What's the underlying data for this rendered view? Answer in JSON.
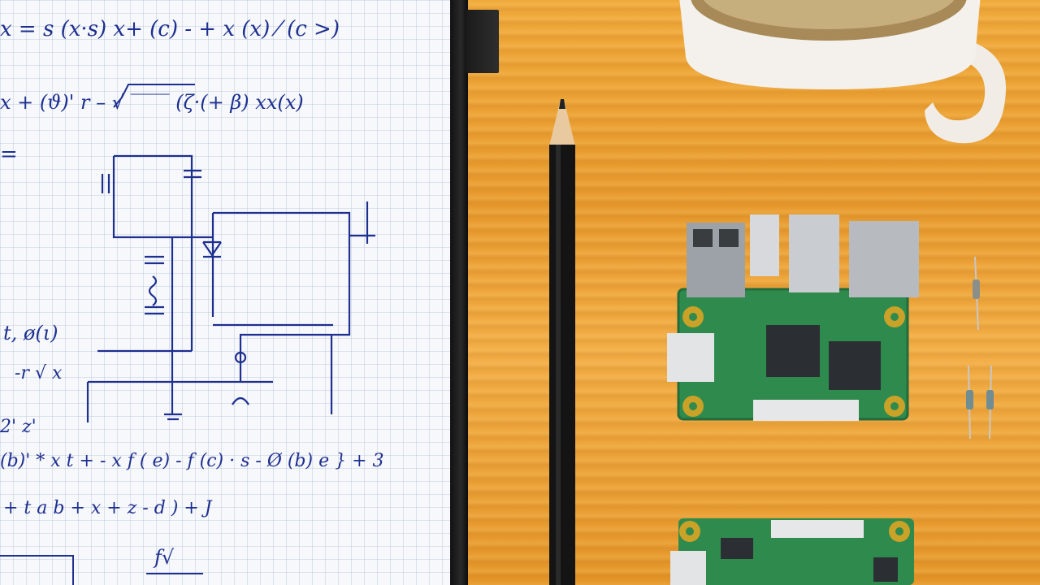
{
  "scene": {
    "notebook": {
      "handwriting_lines": [
        "x = s (x·s) x+ (c) - + x (x) ⁄ (c >)",
        "x + (ϑ)' r – √ ‾‾‾‾ (ζ·(+ β) xx(x)",
        "=",
        "t, ø(ι)",
        "-r √ x",
        "2' z'",
        "(b)' * x t + - x f ( e) - f (c) · s - Ø (b) e } + 3",
        "+ t a b + x + z - d ) + J",
        "f√"
      ]
    },
    "colors": {
      "desk": "#e9a034",
      "paper": "#f7f8fb",
      "ink": "#1d2f8f",
      "pcb": "#2f8a4e",
      "pencil": "#151515",
      "mug": "#f4f1ec"
    }
  }
}
